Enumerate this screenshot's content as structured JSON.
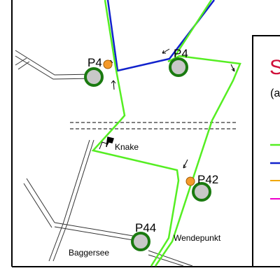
{
  "colors": {
    "route_green": "#55ee22",
    "route_blue": "#1122cc",
    "route_yellow": "#f0a800",
    "route_magenta": "#ee00cc",
    "stop_ring": "#1a7a10",
    "stop_fill": "#c8c8c8",
    "poi_fill": "#f59a2b",
    "legend_title": "#d0103a",
    "frame": "#000000",
    "road": "#333333"
  },
  "stops": [
    {
      "id": "p4-left",
      "label": "P4"
    },
    {
      "id": "p4-right",
      "label": "P4"
    },
    {
      "id": "p42",
      "label": "P42"
    },
    {
      "id": "p44",
      "label": "P44"
    }
  ],
  "places": {
    "knake": "Knake",
    "wendepunkt": "Wendepunkt",
    "baggersee": "Baggersee"
  },
  "legend": {
    "title_fragment": "S",
    "subtitle_fragment": "(a",
    "lines": [
      "route_green",
      "route_blue",
      "route_yellow",
      "route_magenta"
    ]
  },
  "icons": {
    "poi": "orange-dot-icon",
    "knake": "flag-icon",
    "turn": "arrow-icon"
  }
}
